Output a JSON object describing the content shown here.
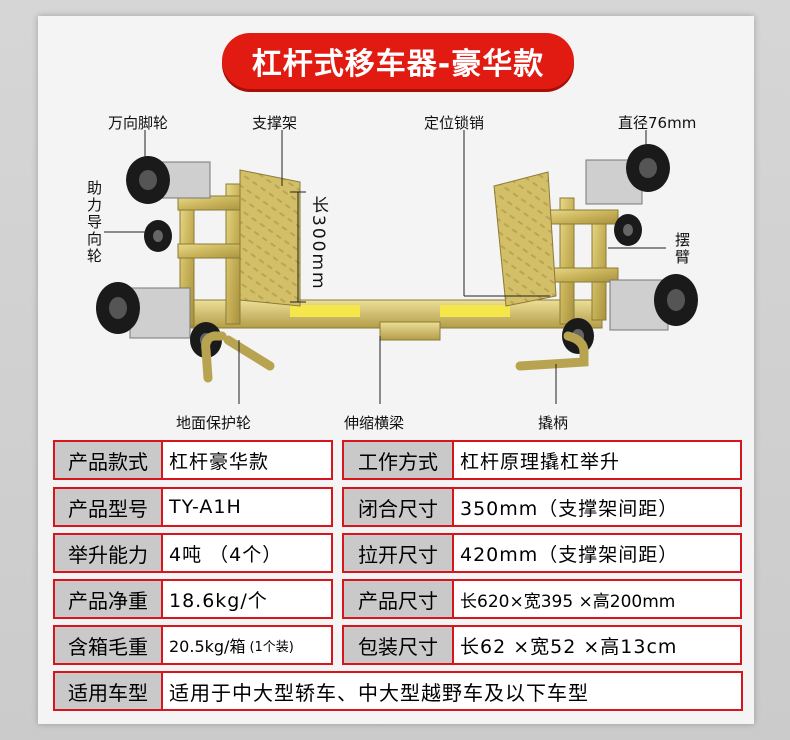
{
  "title": "杠杆式移车器-豪华款",
  "callouts": {
    "caster": "万向脚轮",
    "frame": "支撑架",
    "lock_pin": "定位锁销",
    "diameter": "直径76mm",
    "guide_wheel": "助力导向轮",
    "length": "长300mm",
    "swing_arm": "摆臂",
    "ground_wheel": "地面保护轮",
    "beam": "伸缩横梁",
    "handle": "撬柄"
  },
  "specs": [
    {
      "key": "产品款式",
      "value": "杠杆豪华款"
    },
    {
      "key": "工作方式",
      "value": "杠杆原理撬杠举升"
    },
    {
      "key": "产品型号",
      "value": "TY-A1H"
    },
    {
      "key": "闭合尺寸",
      "value": "350mm（支撑架间距）"
    },
    {
      "key": "举升能力",
      "value": "4吨 （4个）"
    },
    {
      "key": "拉开尺寸",
      "value": "420mm（支撑架间距）"
    },
    {
      "key": "产品净重",
      "value": "18.6kg/个"
    },
    {
      "key": "产品尺寸",
      "value": "长620×宽395 ×高200mm"
    },
    {
      "key": "含箱毛重",
      "value": "20.5kg/箱",
      "note": "(1个装)"
    },
    {
      "key": "包装尺寸",
      "value": "长62 ×宽52 ×高13cm"
    },
    {
      "key": "适用车型",
      "value": "适用于中大型轿车、中大型越野车及以下车型"
    }
  ],
  "colors": {
    "accent": "#e11b12",
    "border": "#d6161c",
    "key_bg": "#c9c9c9"
  }
}
